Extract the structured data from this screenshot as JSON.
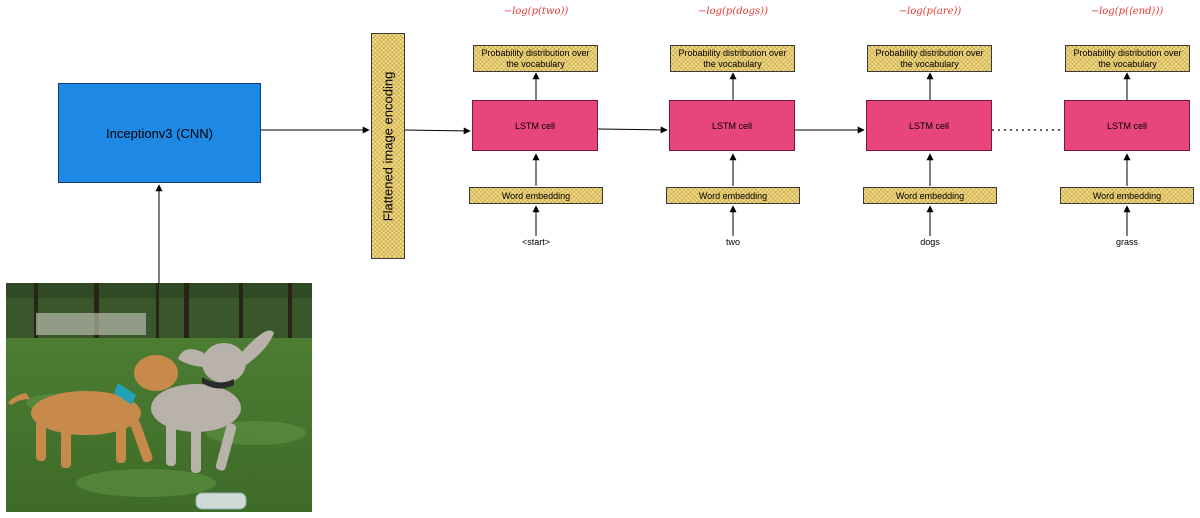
{
  "cnn": {
    "label": "Inceptionv3 (CNN)"
  },
  "encoding": {
    "label": "Flattened image encoding"
  },
  "columns": [
    {
      "loss": "−log(p(two))",
      "prob": "Probability distribution over the vocabulary",
      "lstm": "LSTM cell",
      "embedding": "Word embedding",
      "input": "<start>"
    },
    {
      "loss": "−log(p(dogs))",
      "prob": "Probability distribution over the vocabulary",
      "lstm": "LSTM cell",
      "embedding": "Word embedding",
      "input": "two"
    },
    {
      "loss": "−log(p(are))",
      "prob": "Probability distribution over the vocabulary",
      "lstm": "LSTM cell",
      "embedding": "Word embedding",
      "input": "dogs"
    },
    {
      "loss": "−log(p(⟨end⟩))",
      "prob": "Probability distribution over the vocabulary",
      "lstm": "LSTM cell",
      "embedding": "Word embedding",
      "input": "grass"
    }
  ],
  "colors": {
    "cnn": "#1e88e5",
    "lstm": "#e8457a",
    "hatch": "#f3dc88",
    "loss": "#e53935"
  },
  "image": {
    "subject": "two puppies playing on grass"
  }
}
